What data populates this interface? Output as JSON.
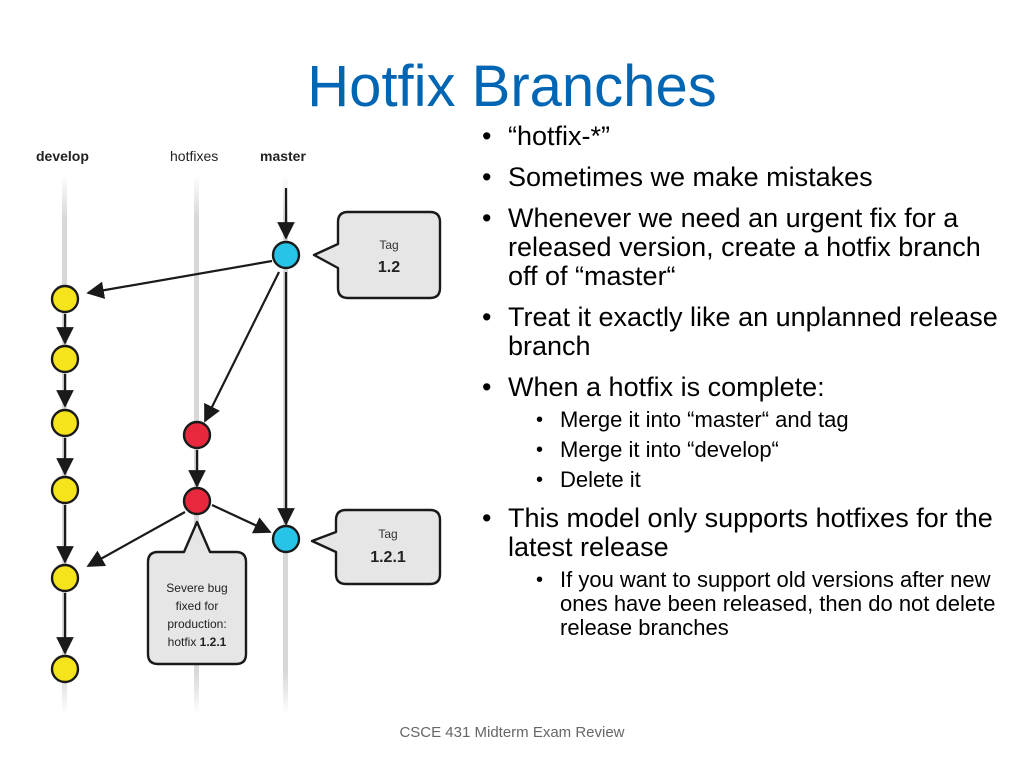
{
  "slide": {
    "title": "Hotfix Branches",
    "footer": "CSCE 431 Midterm Exam Review"
  },
  "diagram": {
    "lanes": {
      "develop": "develop",
      "hotfixes": "hotfixes",
      "master": "master"
    },
    "tag1": {
      "label": "Tag",
      "version": "1.2"
    },
    "tag2": {
      "label": "Tag",
      "version": "1.2.1"
    },
    "note": {
      "line1": "Severe bug",
      "line2": "fixed for",
      "line3": "production:",
      "line4_prefix": "hotfix ",
      "line4_version": "1.2.1"
    },
    "colors": {
      "develop_commit": "#f5e31b",
      "hotfix_commit": "#e8283c",
      "master_commit": "#27c4e8",
      "callout_fill": "#e6e6e6"
    }
  },
  "bullets": [
    {
      "text": "“hotfix-*”"
    },
    {
      "text": "Sometimes we make mistakes"
    },
    {
      "text": "Whenever we need an urgent fix for a released version, create a hotfix branch off of “master“"
    },
    {
      "text": "Treat it exactly like an unplanned release branch"
    },
    {
      "text": "When a hotfix is complete:"
    },
    {
      "text": "This model only supports hotfixes for the latest release"
    }
  ],
  "subbullets_complete": [
    {
      "text": "Merge it into “master“ and tag"
    },
    {
      "text": "Merge it into “develop“"
    },
    {
      "text": "Delete it"
    }
  ],
  "subbullets_model": [
    {
      "text": "If you want to support old versions after new ones have been released, then do not delete release branches"
    }
  ]
}
